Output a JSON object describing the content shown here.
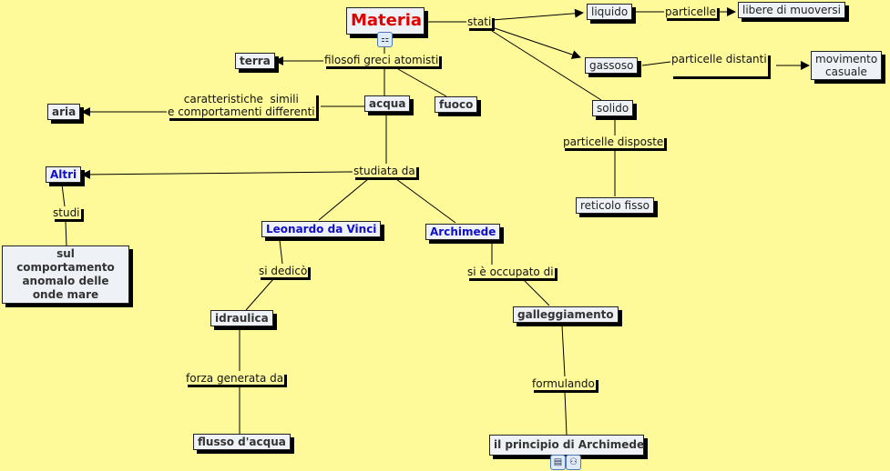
{
  "root": {
    "label": "Materia",
    "color": "#E00000"
  },
  "concepts": {
    "liquido": "liquido",
    "libere": "libere di muoversi",
    "gassoso": "gassoso",
    "movimento": "movimento casuale",
    "solido": "solido",
    "reticolo": "reticolo fisso",
    "terra": "terra",
    "acqua": "acqua",
    "fuoco": "fuoco",
    "aria": "aria",
    "altri": "Altri",
    "onde": "sul comportamento anomalo delle onde mare",
    "leonardo": "Leonardo da Vinci",
    "archimede": "Archimede",
    "idraulica": "idraulica",
    "galleggiamento": "galleggiamento",
    "flusso": "flusso d'acqua",
    "principio": "il principio di Archimede"
  },
  "links": {
    "stati": "stati",
    "particelle": "particelle",
    "particelle_distanti": "particelle distanti",
    "particelle_disposte": "particelle disposte",
    "filosofi": "filosofi greci atomisti",
    "caratteristiche_1": "caratteristiche  simili",
    "caratteristiche_2": "e comportamenti differenti",
    "studiata": "studiata da",
    "studi": "studi",
    "si_dedico": "si dedicò",
    "occupato": "si è occupato di",
    "forza": "forza generata da",
    "formulando": "formulando"
  },
  "icons": [
    "submap-icon",
    "document-icon",
    "concept-map-icon"
  ],
  "colors": {
    "background": "#FFFA99",
    "concept_fill": "#EEF2F6",
    "highlight_blue": "#1010C8"
  }
}
